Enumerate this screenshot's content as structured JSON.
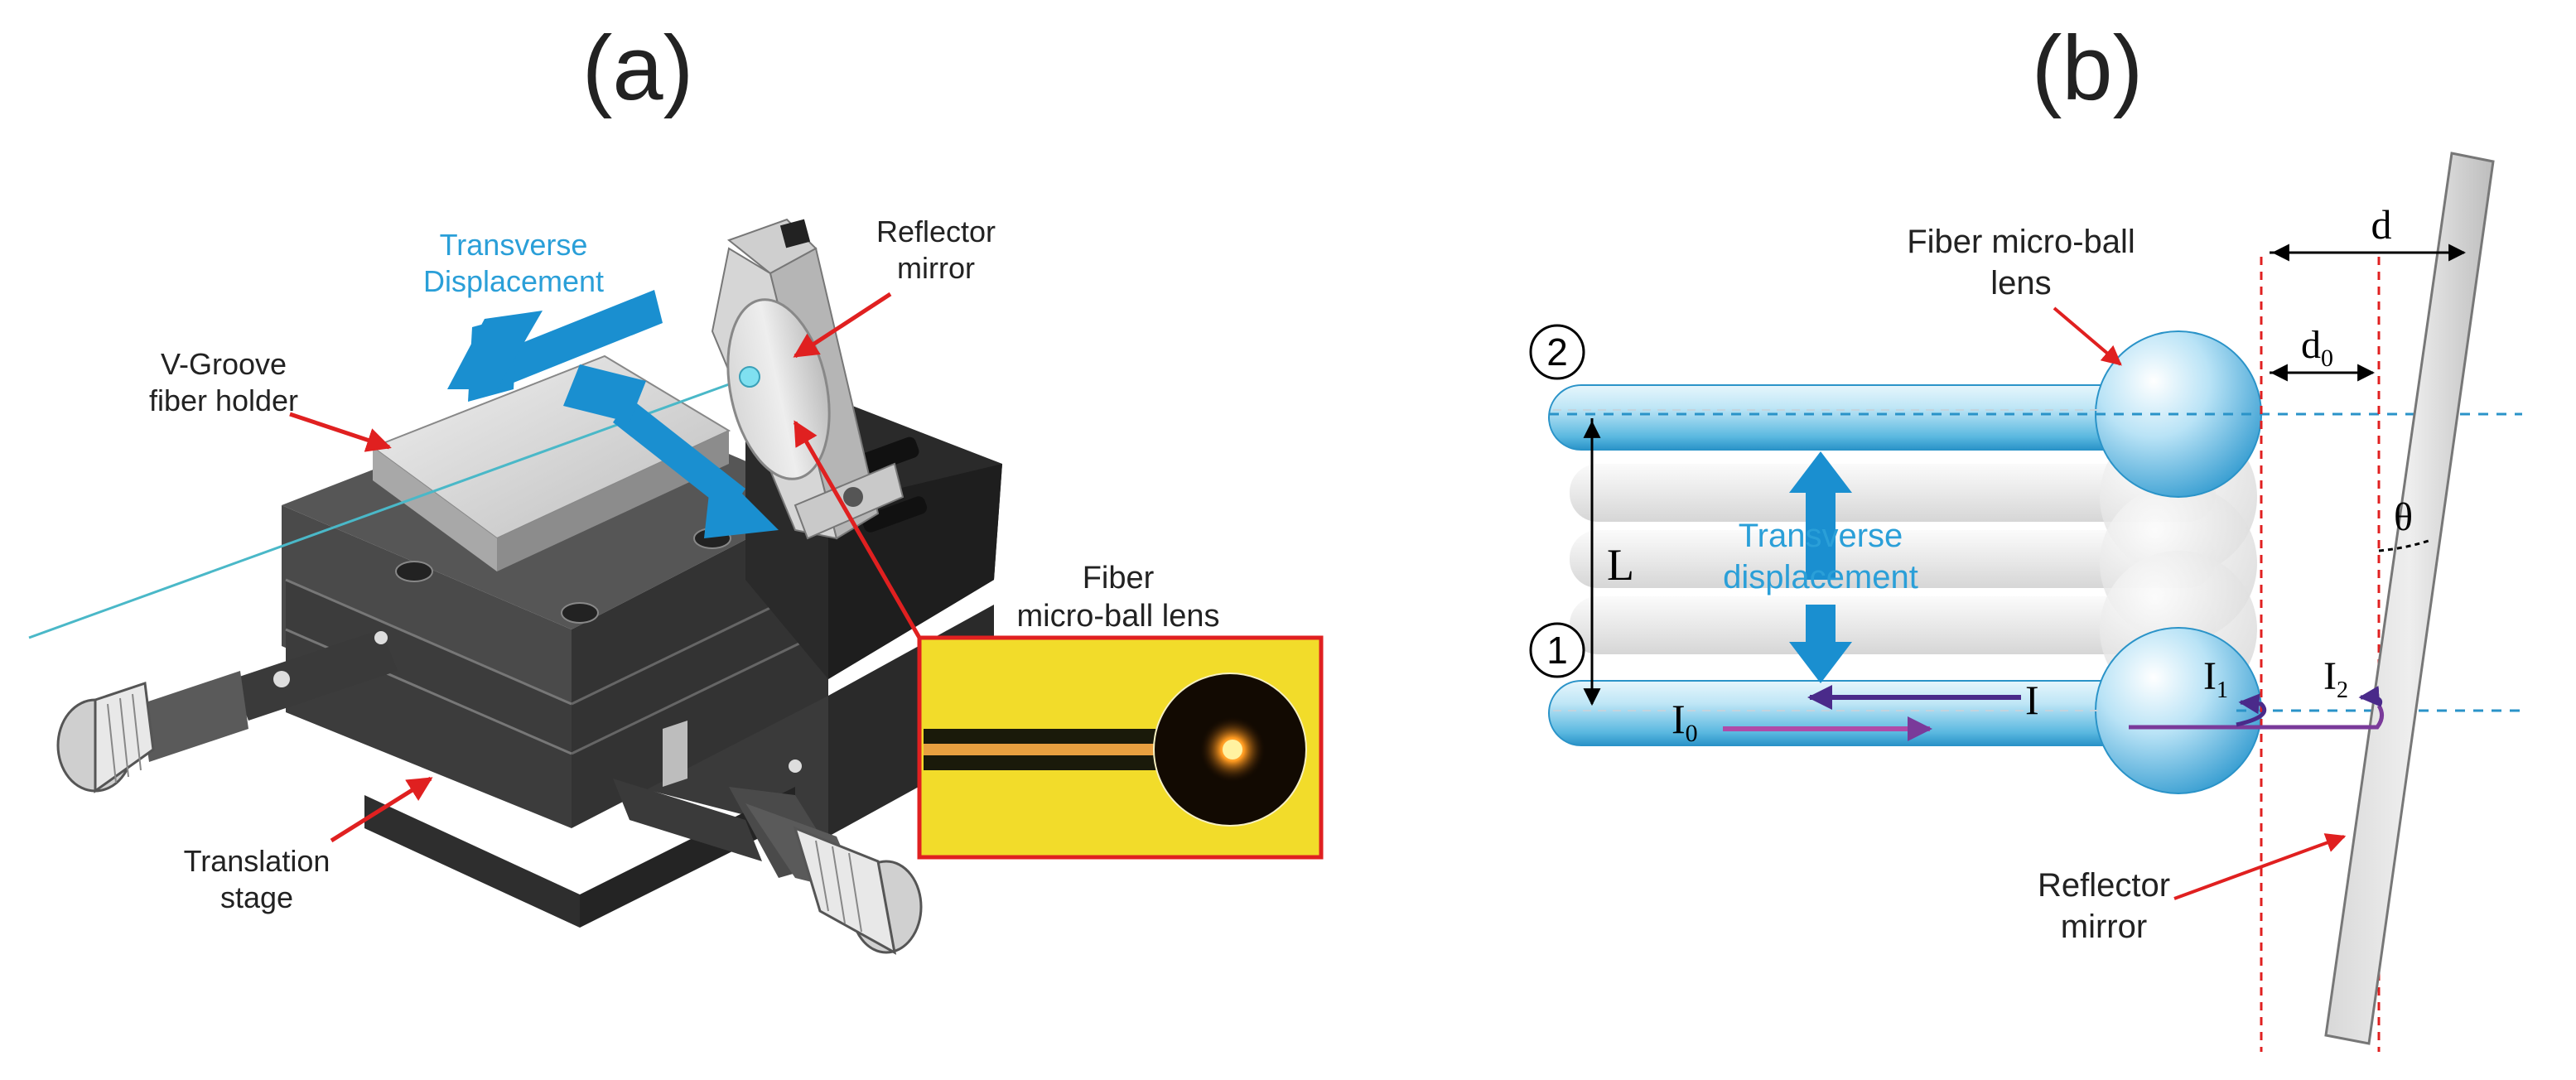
{
  "panel_a": {
    "title": "(a)",
    "transverse_line1": "Transverse",
    "transverse_line2": "Displacement",
    "reflector_line1": "Reflector",
    "reflector_line2": "mirror",
    "vgroove_line1": "V-Groove",
    "vgroove_line2": "fiber holder",
    "inset_line1": "Fiber",
    "inset_line2": "micro-ball lens",
    "stage_line1": "Translation",
    "stage_line2": "stage"
  },
  "panel_b": {
    "title": "(b)",
    "ball_line1": "Fiber micro-ball",
    "ball_line2": "lens",
    "fiber_top": "2",
    "fiber_bottom": "1",
    "L": "L",
    "d": "d",
    "d0_main": "d",
    "d0_sub": "0",
    "theta": "θ",
    "transverse_line1": "Transverse",
    "transverse_line2": "displacement",
    "I": "I",
    "I0_main": "I",
    "I0_sub": "0",
    "I1_main": "I",
    "I1_sub": "1",
    "I2_main": "I",
    "I2_sub": "2",
    "reflector_line1": "Reflector",
    "reflector_line2": "mirror"
  },
  "colors": {
    "accent_blue": "#1a8fd0",
    "label_blue": "#2a9fd8",
    "red_arrow": "#e02020",
    "purple": "#7a3a9a",
    "dark_purple": "#4a2a8a",
    "inset_yellow": "#f2dc2a"
  }
}
